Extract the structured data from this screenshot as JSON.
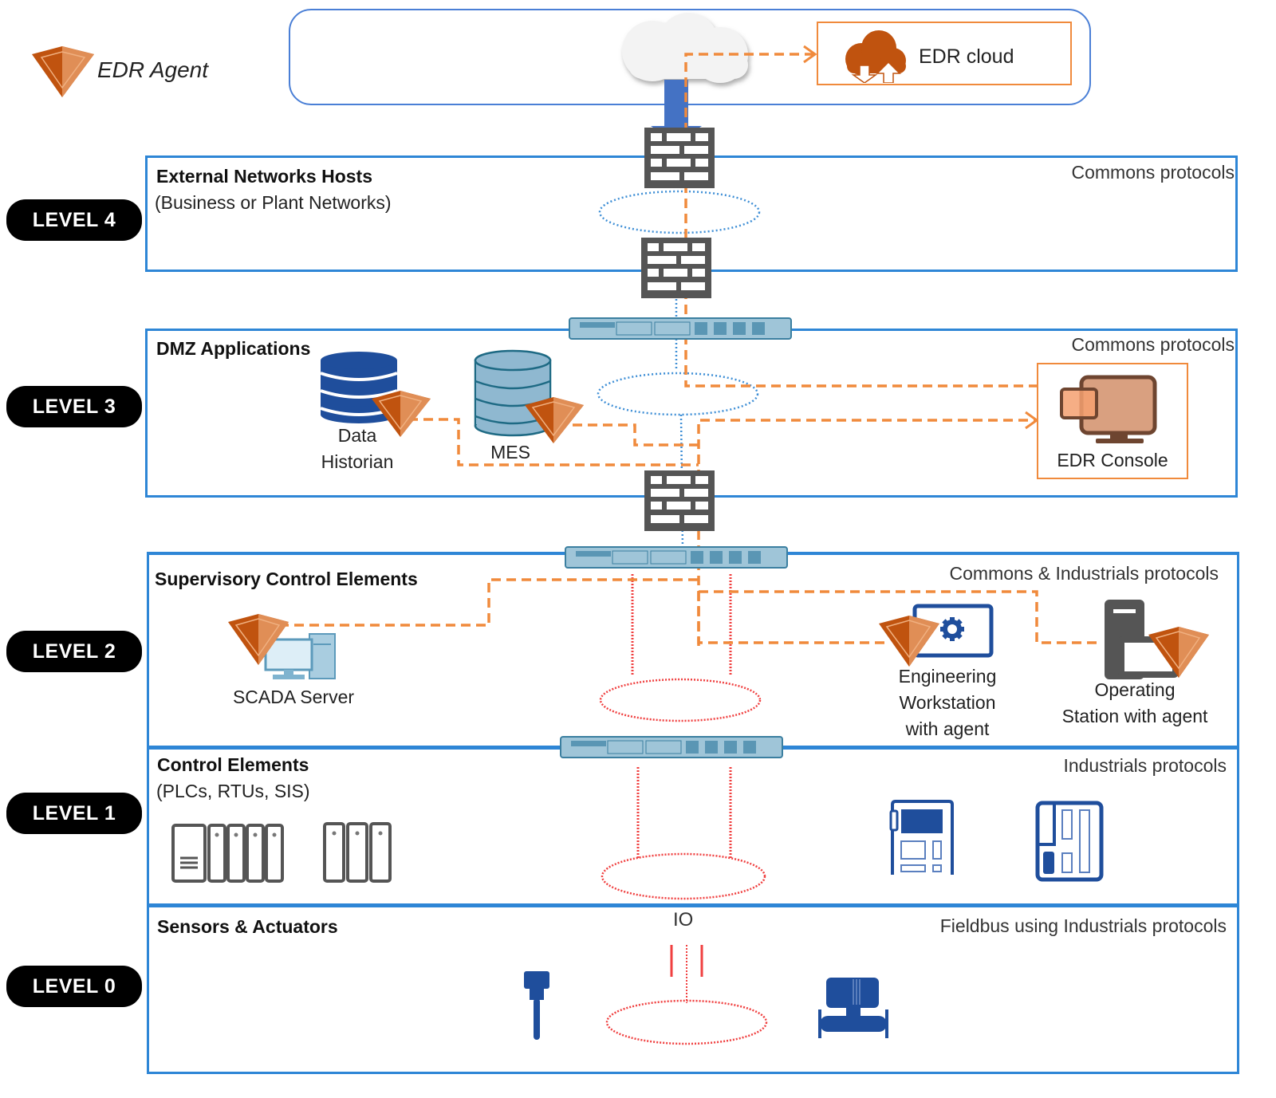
{
  "legend": {
    "agent_label": "EDR Agent"
  },
  "cloud": {
    "edr_cloud_label": "EDR cloud"
  },
  "levels": [
    {
      "badge": "LEVEL 4",
      "title": "External Networks Hosts",
      "subtitle": "(Business or Plant Networks)",
      "protocol": "Commons protocols"
    },
    {
      "badge": "LEVEL 3",
      "title": "DMZ Applications",
      "subtitle": "",
      "protocol": "Commons protocols"
    },
    {
      "badge": "LEVEL 2",
      "title": "Supervisory Control Elements",
      "subtitle": "",
      "protocol": "Commons & Industrials protocols"
    },
    {
      "badge": "LEVEL 1",
      "title": "Control Elements",
      "subtitle": "(PLCs, RTUs, SIS)",
      "protocol": "Industrials protocols"
    },
    {
      "badge": "LEVEL 0",
      "title": "Sensors & Actuators",
      "subtitle": "",
      "protocol": "Fieldbus using Industrials protocols"
    }
  ],
  "nodes": {
    "data_historian": [
      "Data",
      "Historian"
    ],
    "mes": "MES",
    "edr_console": "EDR Console",
    "scada_server": "SCADA Server",
    "engineering_workstation": [
      "Engineering",
      "Workstation",
      "with agent"
    ],
    "operating_station": [
      "Operating",
      "Station with agent"
    ],
    "io": "IO"
  },
  "colors": {
    "zone_border": "#2e86d6",
    "agent": "#c0530f",
    "agent_light": "#e0894f",
    "edr_link": "#f08a3c",
    "it_network": "#3f8fd6",
    "ot_network": "#f04040",
    "firewall": "#555555",
    "device_blue": "#1f4e9c"
  }
}
